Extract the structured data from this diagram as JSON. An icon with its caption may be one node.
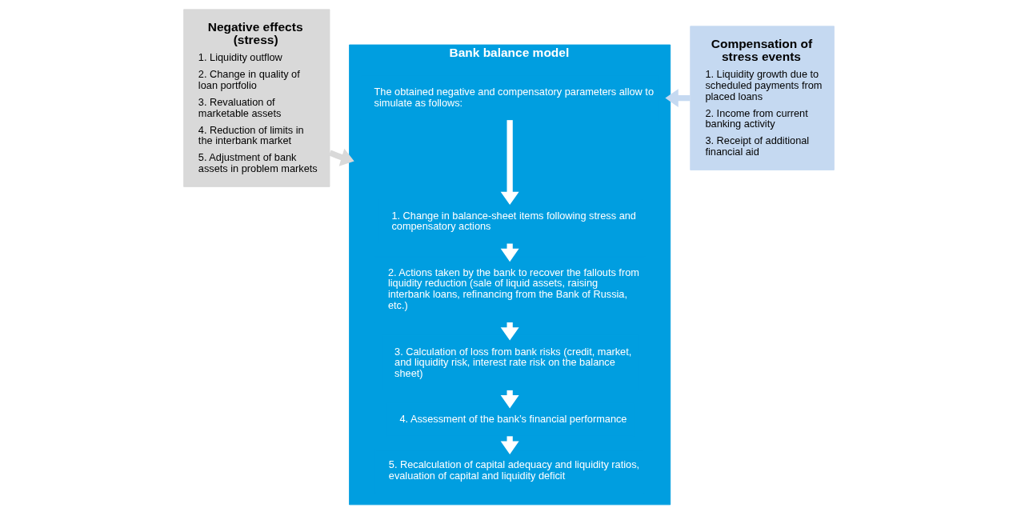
{
  "diagram": {
    "nodes": [
      {
        "text": [
          "Negative effects (stress)",
          "1. Liquidity outflow",
          "2. Change in quality of loan portfolio",
          "3. Revaluation of marketable assets",
          "4. Reduction of limits in the interbank market",
          "5. Adjustment of bank assets in problem markets"
        ]
      },
      {
        "text": [
          "Bank balance model"
        ]
      },
      {
        "text": [
          "The obtained negative and compensatory parameters allow to simulate as follows:"
        ],
        "in": 1
      },
      {
        "text": [
          "1. Change in balance-sheet items following stress and compensatory actions"
        ],
        "in": 1
      },
      {
        "text": [
          "2. Actions taken by the bank to recover the fallouts from liquidity reduction (sale of liquid assets, raising interbank loans, refinancing from the Bank of Russia, etc.)"
        ],
        "in": 1
      },
      {
        "text": [
          "3. Calculation of loss from bank risks (credit, market, and liquidity risk, interest rate risk on the balance sheet)"
        ],
        "in": 1
      },
      {
        "text": [
          "4. Assessment of the bank’s financial performance"
        ],
        "in": 1
      },
      {
        "text": [
          "5. Recalculation of capital adequacy and liquidity ratios, evaluation of capital and liquidity deficit"
        ],
        "in": 1
      },
      {
        "text": [
          "Compensation of stress events",
          "1. Liquidity growth due to scheduled payments from placed loans",
          "2. Income from current banking activity",
          "3. Receipt of additional financial aid"
        ]
      }
    ],
    "edges": [
      {
        "from": 0,
        "to": 1,
        "arrow": "to",
        "color": "#d9d9d9"
      },
      {
        "from": 8,
        "to": 1,
        "arrow": "to",
        "color": "#c5d9f1"
      },
      {
        "from": 2,
        "to": 3,
        "arrow": "to"
      },
      {
        "from": 3,
        "to": 4,
        "arrow": "to"
      },
      {
        "from": 4,
        "to": 5,
        "arrow": "to"
      },
      {
        "from": 5,
        "to": 6,
        "arrow": "to"
      },
      {
        "from": 6,
        "to": 7,
        "arrow": "to"
      }
    ]
  }
}
